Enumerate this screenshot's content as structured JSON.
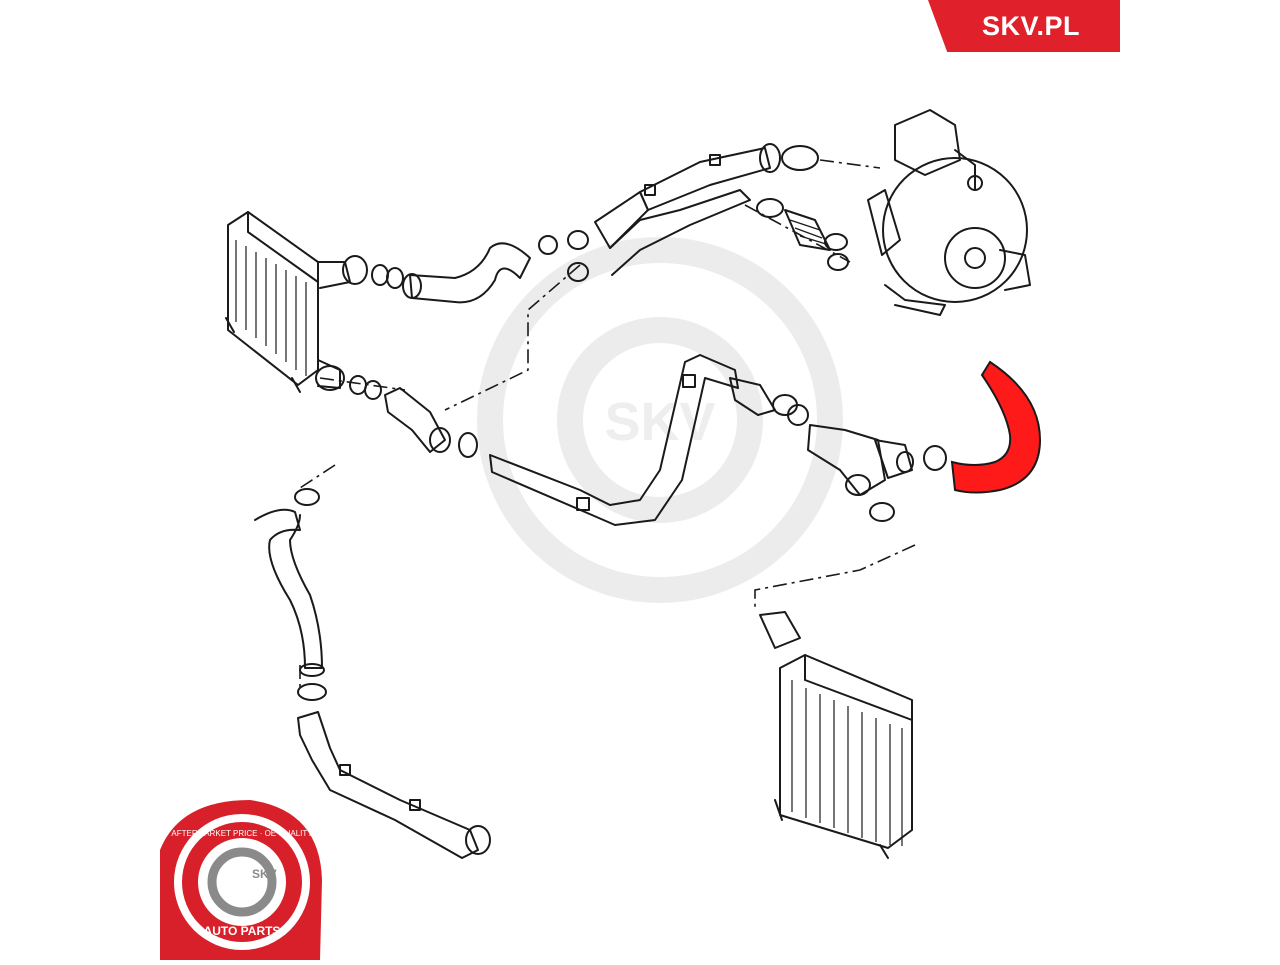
{
  "brand": {
    "label": "SKV.PL",
    "color": "#e0202a"
  },
  "badge": {
    "top_text": "AFTERMARKET PRICE · OE QUALITY",
    "center_text": "SKV",
    "bottom_text": "AUTO PARTS",
    "ring_color": "#d8202a"
  },
  "watermark": {
    "text": "SKV"
  },
  "highlight": {
    "part": "charge-air-hose",
    "color": "#ff1a1a"
  }
}
